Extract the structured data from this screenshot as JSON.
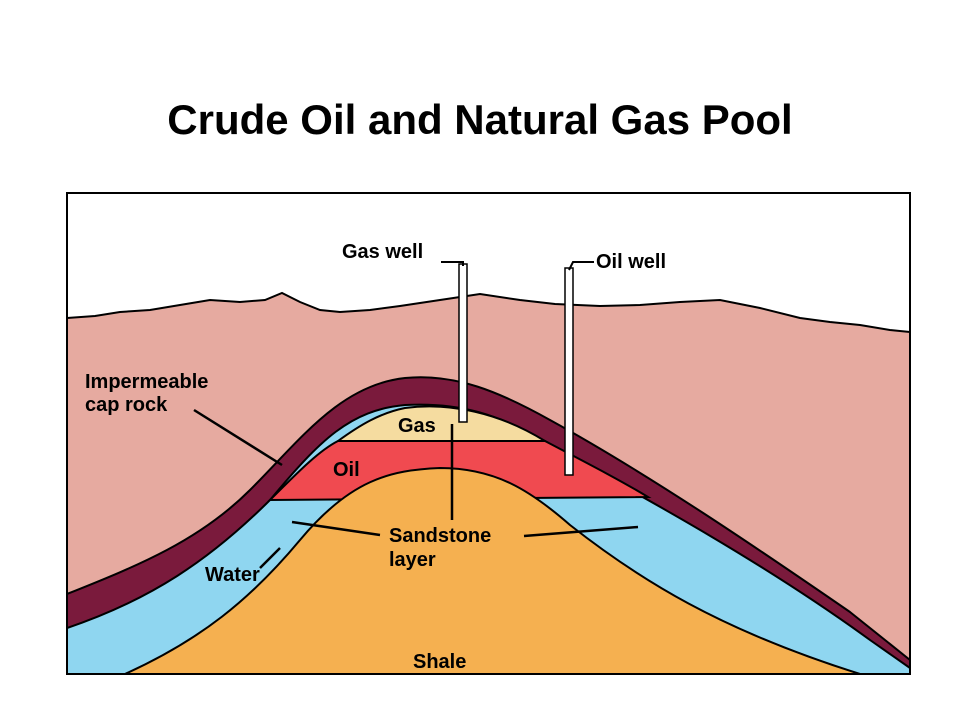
{
  "title": "Crude Oil and Natural Gas Pool",
  "labels": {
    "gas_well": "Gas well",
    "oil_well": "Oil well",
    "cap_rock_line1": "Impermeable",
    "cap_rock_line2": "cap rock",
    "gas": "Gas",
    "oil": "Oil",
    "sandstone_line1": "Sandstone",
    "sandstone_line2": "layer",
    "water": "Water",
    "shale": "Shale"
  },
  "colors": {
    "surface_rock": "#e6aaa0",
    "cap_rock": "#7a1a3c",
    "gas": "#f5dca0",
    "oil": "#f04a50",
    "water": "#8fd6f0",
    "shale": "#f5b050",
    "outline": "#000000"
  }
}
